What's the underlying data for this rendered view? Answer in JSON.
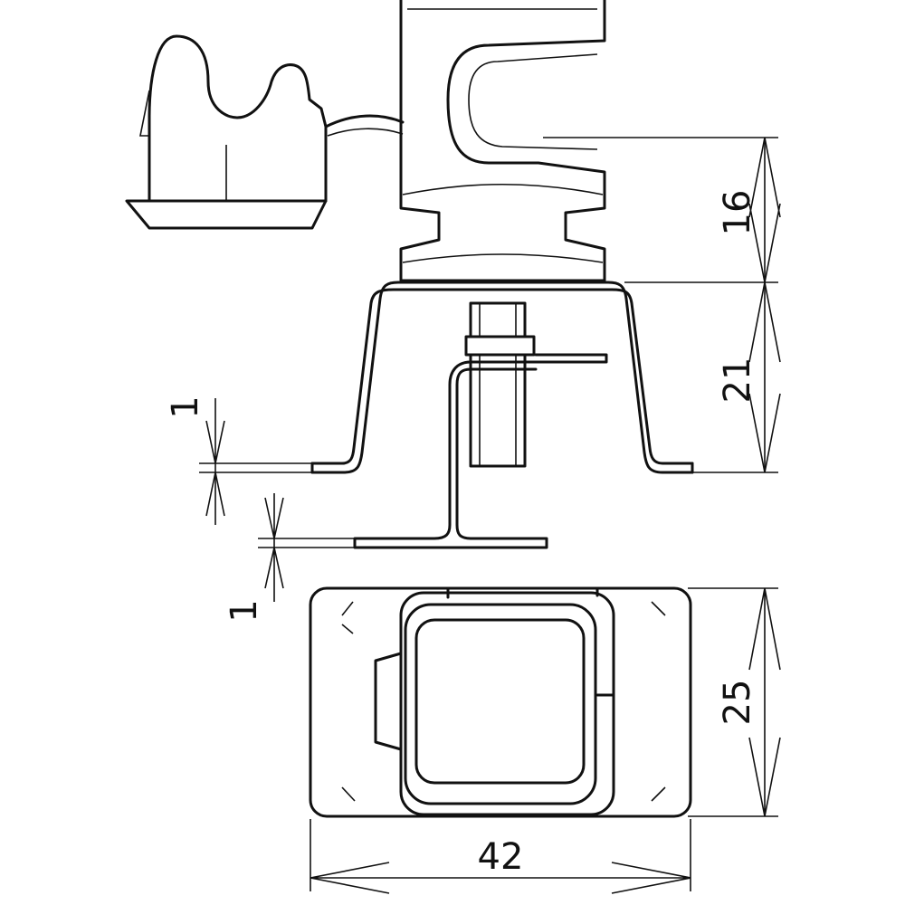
{
  "dimensions": {
    "height_upper": "16",
    "height_lower": "21",
    "thickness_upper": "1",
    "thickness_lower": "1",
    "width": "25",
    "length": "42"
  }
}
